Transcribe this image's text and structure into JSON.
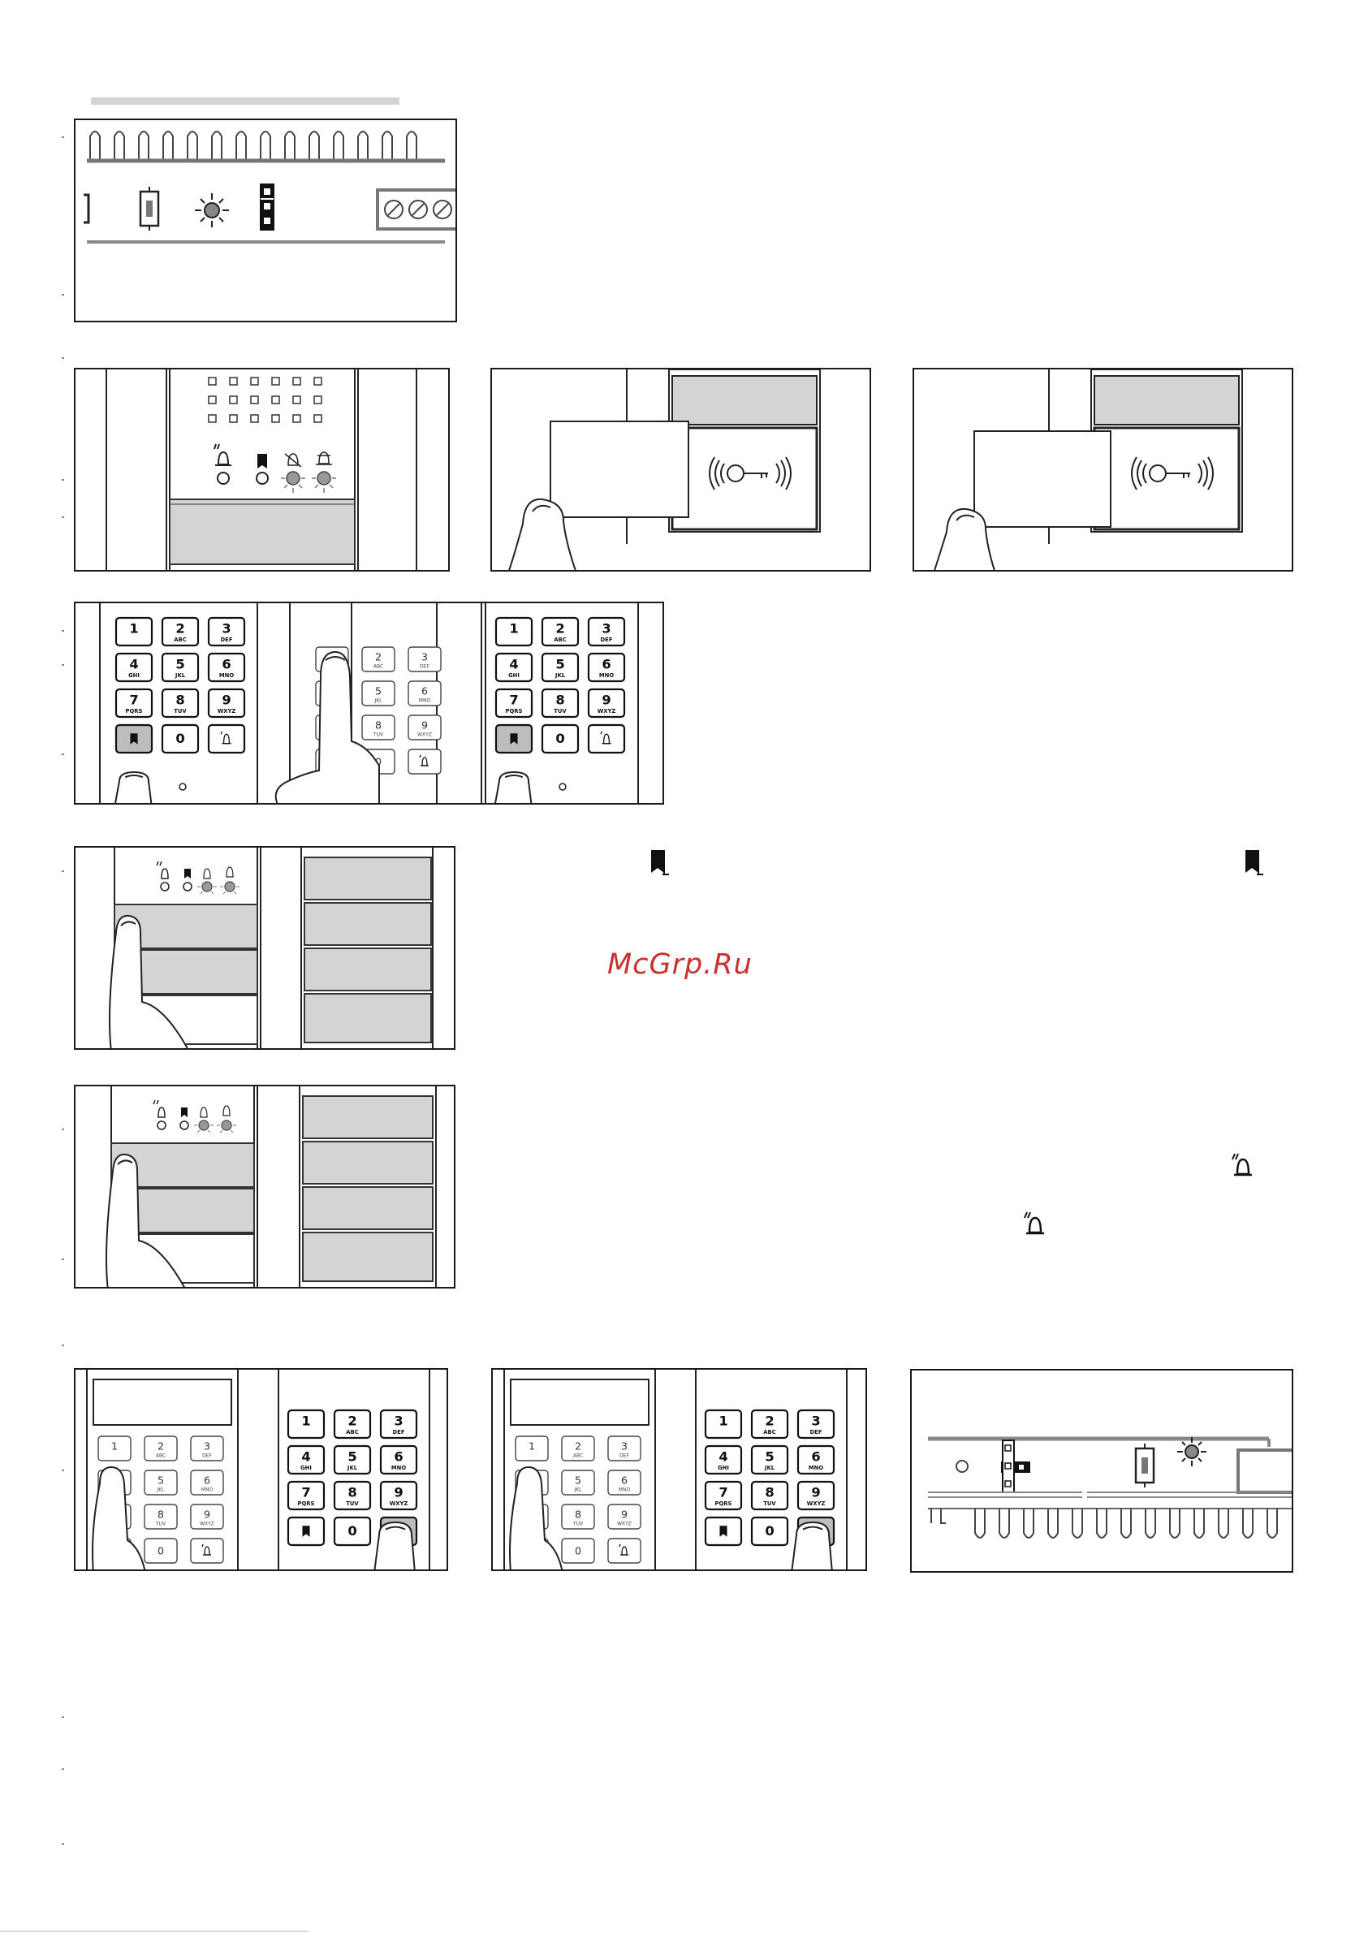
{
  "watermark": "McGrp.Ru",
  "keypad": {
    "digits": [
      "1",
      "2",
      "3",
      "4",
      "5",
      "6",
      "7",
      "8",
      "9",
      "0"
    ],
    "letters": [
      "",
      "ABC",
      "DEF",
      "GHI",
      "JKL",
      "MNO",
      "PQRS",
      "TUV",
      "WXYZ",
      ""
    ],
    "letters_light": [
      "",
      "ABC",
      "DEF",
      "GHI",
      "JKL",
      "MNO",
      "PQRS",
      "TUV",
      "WXYZ",
      ""
    ]
  },
  "icons": {
    "door": "door-icon",
    "bell": "bell-icon",
    "led": "led-icon",
    "key_card": "key-icon",
    "jumper": "jumper-icon",
    "screw_terminal": "screw-terminal-icon",
    "hand": "hand-icon"
  },
  "colors": {
    "accent": "#c8312f",
    "gray_fill": "#d4d4d4",
    "line": "#1a1a1a"
  }
}
